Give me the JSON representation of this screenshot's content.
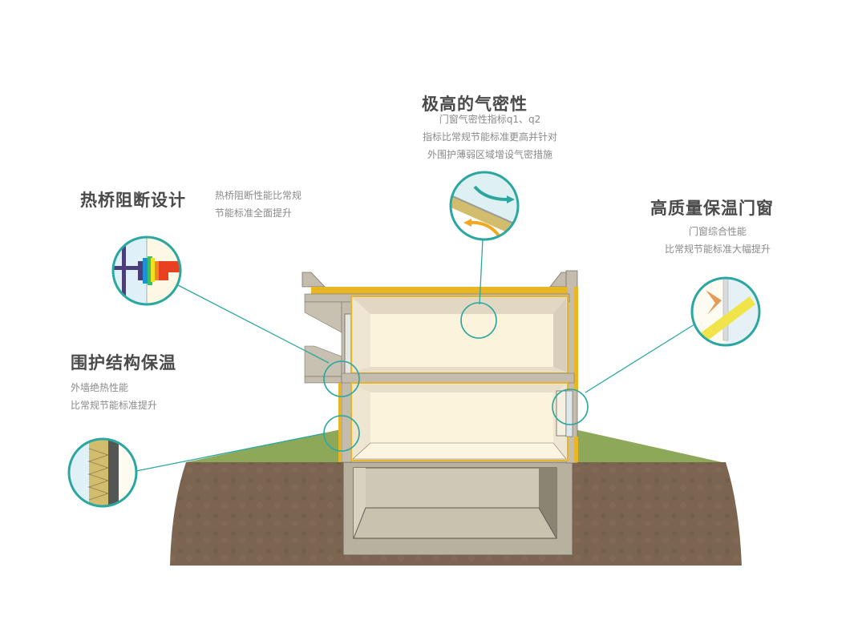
{
  "features": {
    "airtight": {
      "title": "极高的气密性",
      "lines": [
        "门窗气密性指标q1、q2",
        "指标比常规节能标准更高并针对",
        "外围护薄弱区域增设气密措施"
      ]
    },
    "thermal_bridge": {
      "title": "热桥阻断设计",
      "lines": [
        "热桥阻断性能比常规",
        "节能标准全面提升"
      ]
    },
    "windows": {
      "title": "高质量保温门窗",
      "lines": [
        "门窗综合性能",
        "比常规节能标准大幅提升"
      ]
    },
    "envelope": {
      "title": "围护结构保温",
      "lines": [
        "外墙绝热性能",
        "比常规节能标准提升"
      ]
    }
  },
  "colors": {
    "callout": "#2aa7a0",
    "insulation": "#e8b524",
    "concrete": "#bdb5a5",
    "room": "#fbf3dc",
    "grass": "#8ea85a",
    "soil": "#7a6450"
  }
}
